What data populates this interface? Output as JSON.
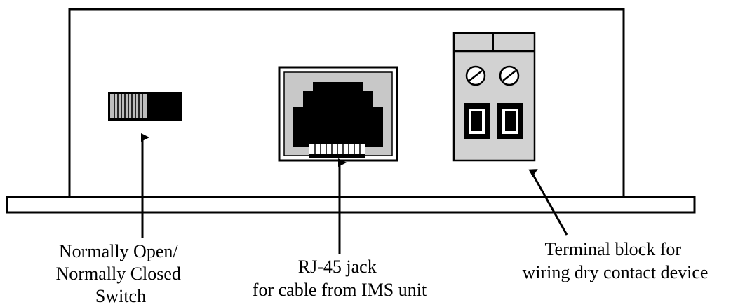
{
  "labels": {
    "switch": [
      "Normally Open/",
      "Normally Closed",
      "Switch"
    ],
    "jack": [
      "RJ-45 jack",
      "for cable from IMS unit"
    ],
    "terminal": [
      "Terminal block for",
      "wiring dry contact device"
    ]
  },
  "colors": {
    "stroke": "#000000",
    "panel_fill": "#ffffff",
    "jack_surround": "#c8c8c8",
    "terminal_fill": "#d2d2d2",
    "switch_slider": "#bdbdbd"
  }
}
